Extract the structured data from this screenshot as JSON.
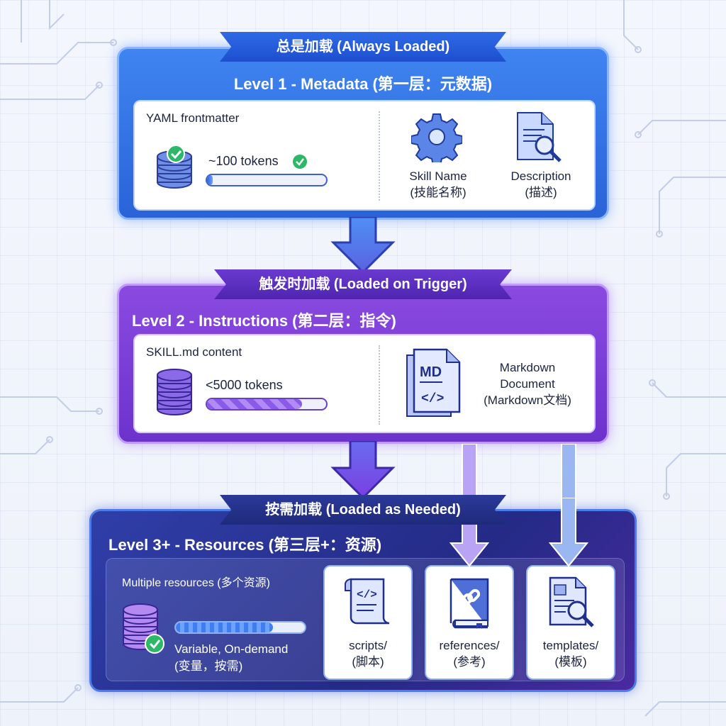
{
  "level1": {
    "banner": "总是加载 (Always Loaded)",
    "title": "Level 1 - Metadata (第一层：元数据)",
    "left_label": "YAML frontmatter",
    "token_text": "~100 tokens",
    "token_fill": 0.05,
    "items": [
      {
        "line1": "Skill Name",
        "line2": "(技能名称)",
        "icon": "gear-icon"
      },
      {
        "line1": "Description",
        "line2": "(描述)",
        "icon": "document-search-icon"
      }
    ]
  },
  "level2": {
    "banner": "触发时加载 (Loaded on Trigger)",
    "title": "Level 2 - Instructions (第二层：指令)",
    "left_label": "SKILL.md content",
    "token_text": "<5000 tokens",
    "token_fill": 0.8,
    "doc_icon_text": "MD",
    "doc_code_text": "</>",
    "doc_lines": [
      "Markdown",
      "Document",
      "(Markdown文档)"
    ]
  },
  "level3": {
    "banner": "按需加载 (Loaded as Needed)",
    "title": "Level 3+ - Resources (第三层+：资源)",
    "left_label": "Multiple resources (多个资源)",
    "token_fill": 0.75,
    "note_lines": [
      "Variable, On-demand",
      "(变量，按需)"
    ],
    "cards": [
      {
        "line1": "scripts/",
        "line2": "(脚本)",
        "icon": "script-scroll-icon",
        "code_text": "</>"
      },
      {
        "line1": "references/",
        "line2": "(参考)",
        "icon": "link-book-icon"
      },
      {
        "line1": "templates/",
        "line2": "(模板)",
        "icon": "template-search-icon"
      }
    ]
  },
  "colors": {
    "level1": "#2f6ee0",
    "level2": "#7c3fd8",
    "level3": "#2a2f8f",
    "banner_blue": "#1f55d6",
    "banner_purple": "#5b2fbf",
    "banner_navy": "#23307f"
  }
}
